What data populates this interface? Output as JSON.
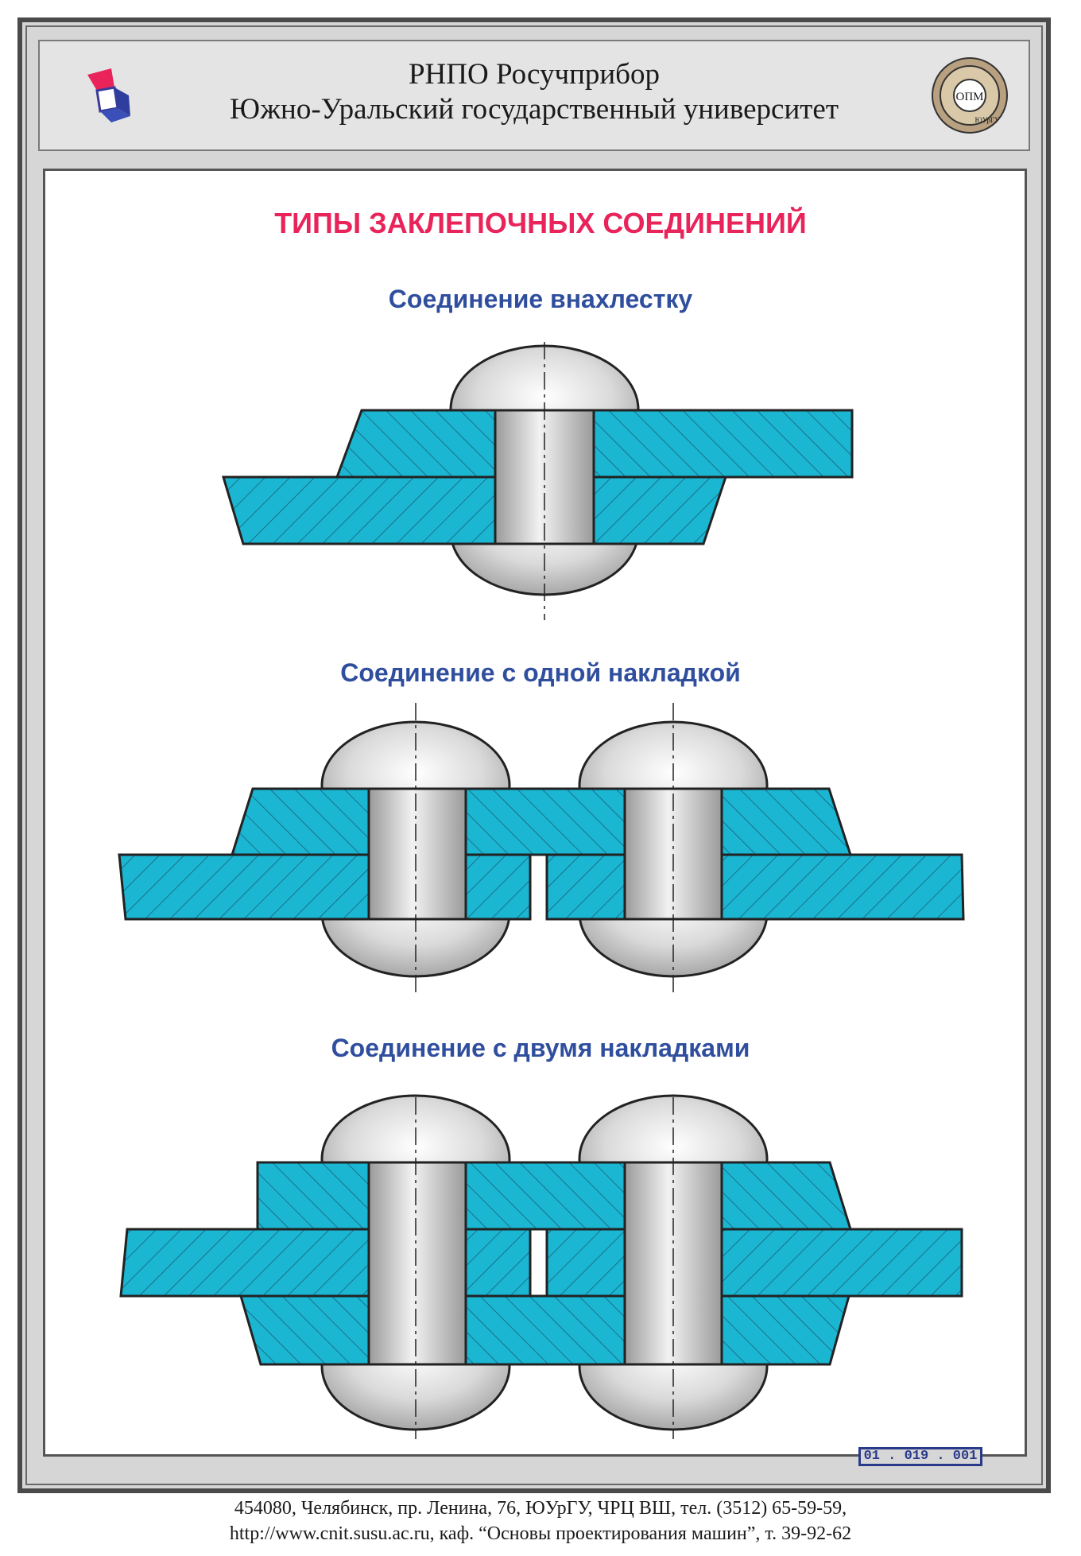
{
  "header": {
    "org_line": "РНПО Росучприбор",
    "university_line": "Южно-Уральский государственный университет",
    "seal_text": "ОПМ",
    "seal_small_text": "ЮУрГУ"
  },
  "poster": {
    "title": "ТИПЫ ЗАКЛЕПОЧНЫХ СОЕДИНЕНИЙ",
    "sections": [
      {
        "label": "Соединение внахлестку"
      },
      {
        "label": "Соединение с одной накладкой"
      },
      {
        "label": "Соединение с двумя накладками"
      }
    ],
    "code": "01 . 019 . 001"
  },
  "footer": {
    "address": "454080, Челябинск, пр. Ленина, 76, ЮУрГУ, ЧРЦ ВШ, тел. (3512) 65-59-59,",
    "contacts": "http://www.cnit.susu.ac.ru, каф. “Основы проектирования машин”, т. 39-92-62"
  },
  "colors": {
    "plate": "#1ab6d2",
    "hatch": "#1f5a72",
    "rivet": "#c9c9c9",
    "title": "#e8245a",
    "subtitle": "#2f4e9e"
  }
}
